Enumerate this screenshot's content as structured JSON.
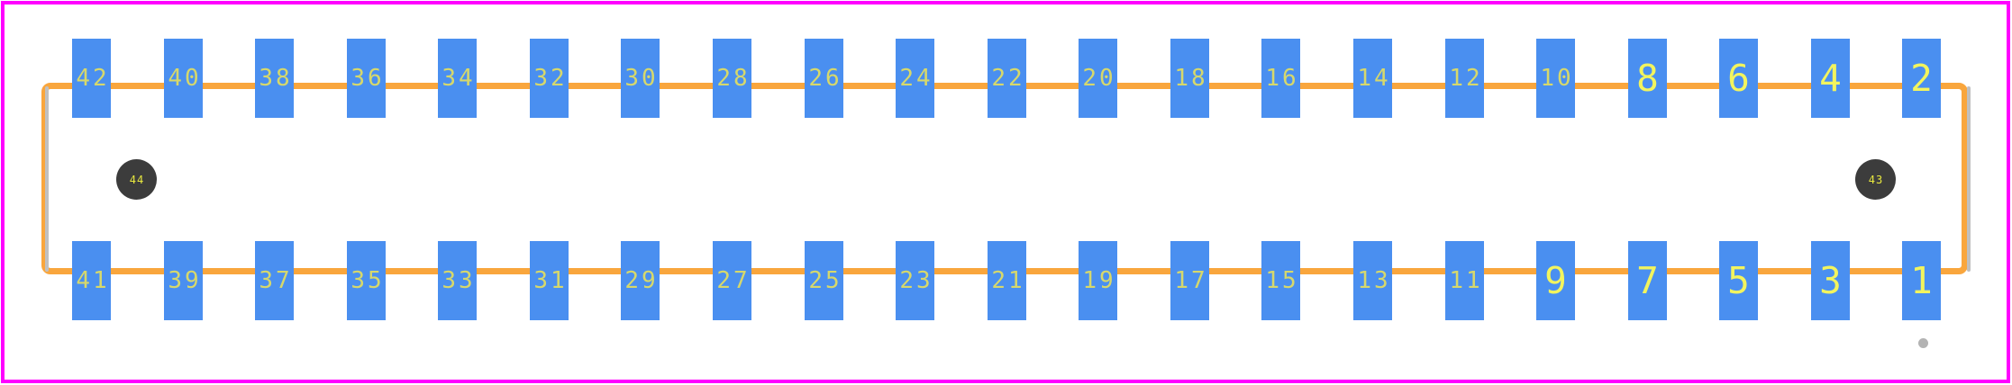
{
  "footprint": {
    "pads": {
      "top_row": [
        "42",
        "40",
        "38",
        "36",
        "34",
        "32",
        "30",
        "28",
        "26",
        "24",
        "22",
        "20",
        "18",
        "16",
        "14",
        "12",
        "10",
        "8",
        "6",
        "4",
        "2"
      ],
      "bottom_row": [
        "41",
        "39",
        "37",
        "35",
        "33",
        "31",
        "29",
        "27",
        "25",
        "23",
        "21",
        "19",
        "17",
        "15",
        "13",
        "11",
        "9",
        "7",
        "5",
        "3",
        "1"
      ]
    },
    "holes": {
      "left": {
        "label": "44"
      },
      "right": {
        "label": "43"
      }
    }
  },
  "colors": {
    "border": "#ff00ff",
    "body_outline": "#f9a63d",
    "silkscreen_line": "#c0c0c0",
    "pad_fill": "#4a8ff0",
    "pin_label_small": "#d6d86c",
    "pin_label_large": "#f2f45e",
    "hole_fill": "#3c3c3c",
    "hole_label": "#e9e93f",
    "fiducial_dot": "#b3b3b3",
    "background": "#ffffff"
  }
}
